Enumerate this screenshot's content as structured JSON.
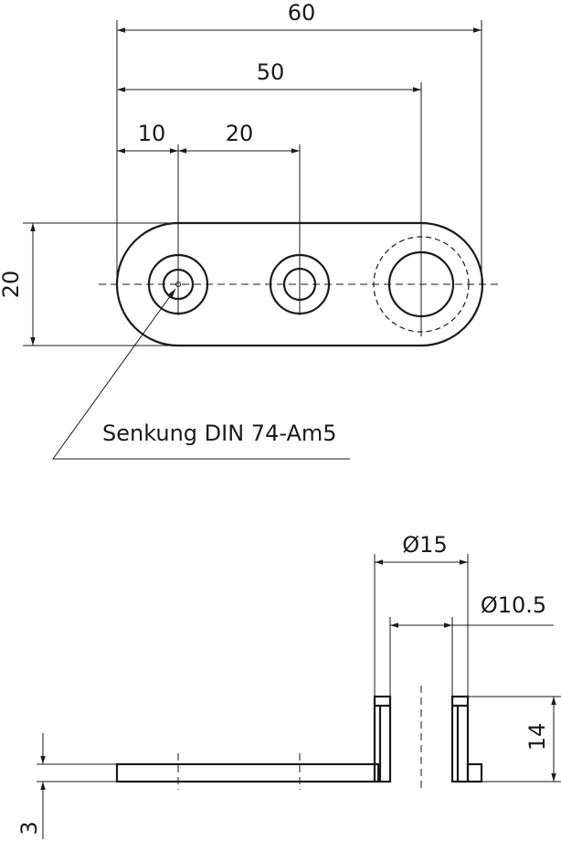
{
  "top_view": {
    "dims": {
      "overall": "60",
      "to_third_hole": "50",
      "to_first_hole": "10",
      "hole_pitch": "20",
      "height": "20"
    },
    "callout": "Senkung DIN 74-Am5"
  },
  "side_view": {
    "dims": {
      "outer_diameter": "Ø15",
      "inner_diameter": "Ø10.5",
      "boss_height": "14",
      "plate_thickness": "3"
    }
  }
}
